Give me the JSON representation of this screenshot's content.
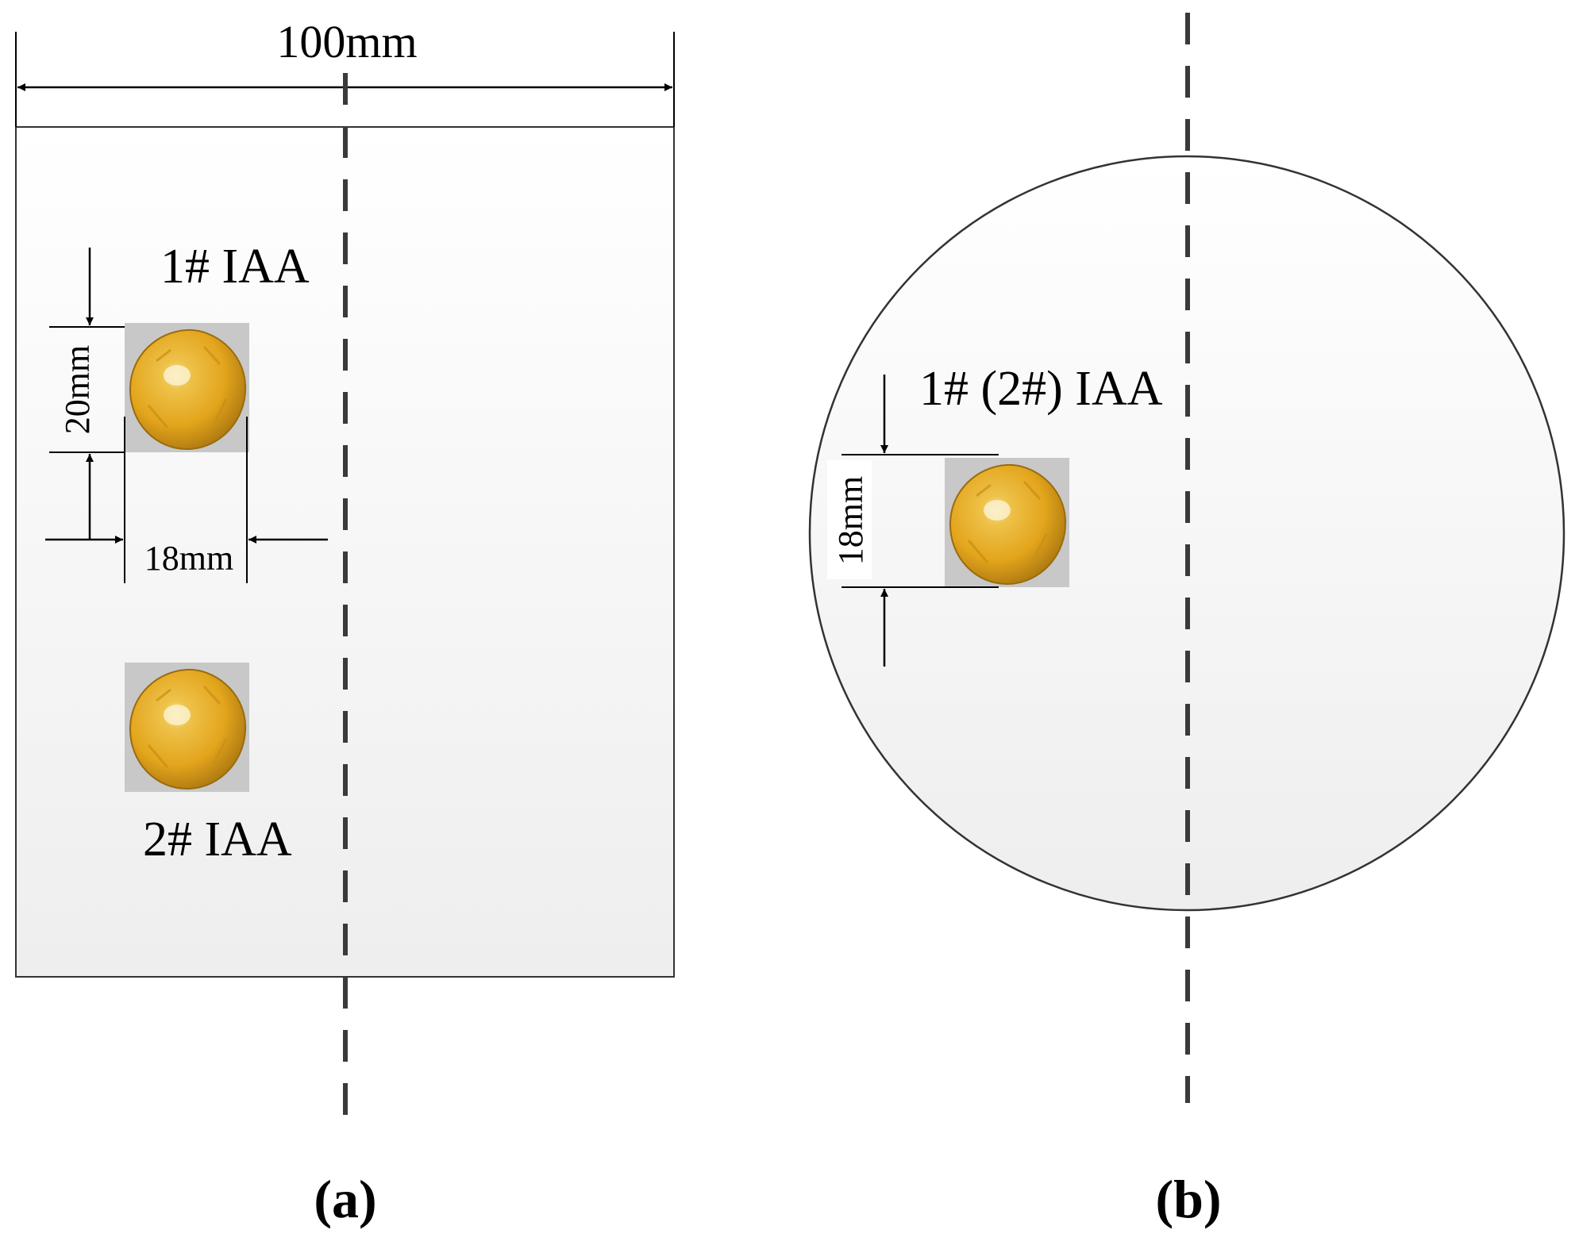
{
  "figure": {
    "panel_a": {
      "width_label": "100mm",
      "ball1_label": "1# IAA",
      "ball2_label": "2# IAA",
      "depth_label": "20mm",
      "diameter_label": "18mm",
      "caption": "(a)"
    },
    "panel_b": {
      "ball_label": "1# (2#) IAA",
      "diameter_label": "18mm",
      "caption": "(b)"
    },
    "colors": {
      "ball": "#e6a71e",
      "ball_shadow": "#a87410",
      "tile": "#c8c8c8",
      "outline": "#333333",
      "axis": "#3a3a3a"
    },
    "icons": {
      "ball": "iaa-ball-icon"
    }
  }
}
